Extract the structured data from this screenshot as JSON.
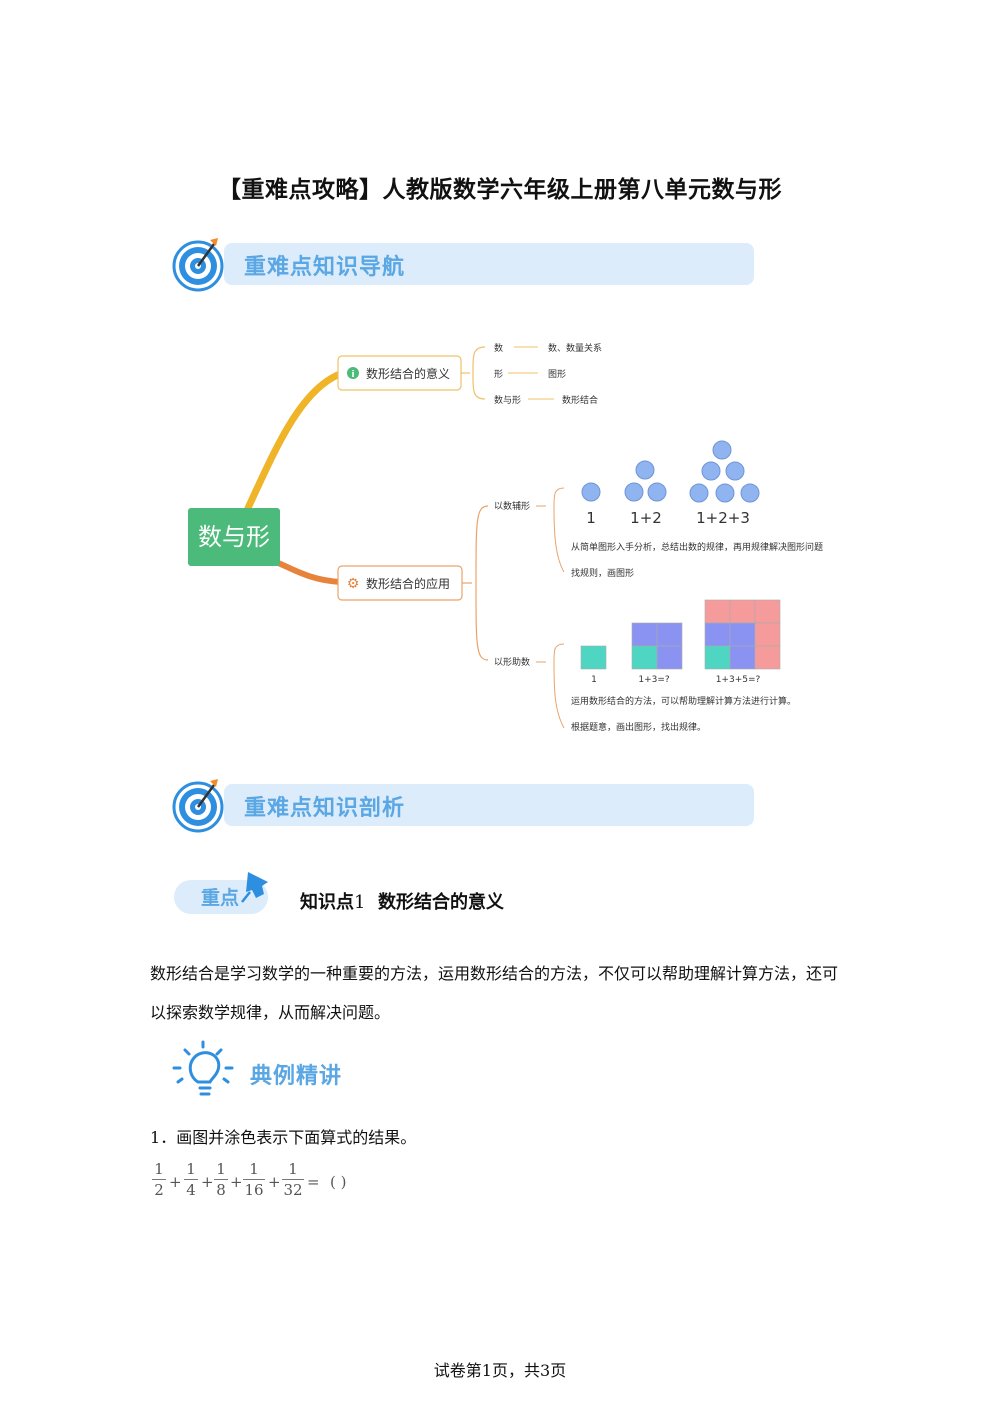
{
  "doc": {
    "title": "【重难点攻略】人教版数学六年级上册第八单元数与形",
    "footer": {
      "pre": "试卷第",
      "page": "1",
      "mid": "页，共",
      "total": "3",
      "post": "页"
    }
  },
  "banners": {
    "nav": "重难点知识导航",
    "analysis": "重难点知识剖析"
  },
  "mindmap": {
    "root": "数与形",
    "branch1": {
      "label": "数形结合的意义",
      "items": [
        {
          "left": "数",
          "right": "数、数量关系"
        },
        {
          "left": "形",
          "right": "图形"
        },
        {
          "left": "数与形",
          "right": "数形结合"
        }
      ]
    },
    "branch2": {
      "label": "数形结合的应用",
      "sub1": {
        "label": "以数辅形",
        "captions": [
          "1",
          "1+2",
          "1+2+3"
        ],
        "note1": "从简单图形入手分析，总结出数的规律，再用规律解决图形问题",
        "note2": "找规则，画图形"
      },
      "sub2": {
        "label": "以形助数",
        "captions": [
          "1",
          "1+3=?",
          "1+3+5=?"
        ],
        "note1": "运用数形结合的方法，可以帮助理解计算方法进行计算。",
        "note2": "根据题意，画出图形，找出规律。"
      }
    },
    "colors": {
      "root": "#4cba7a",
      "branch1_line": "#f0b429",
      "branch2_line": "#e7833a",
      "circle": "#8fb4ef",
      "teal": "#4fd6c2",
      "blue": "#8a93f2",
      "pink": "#f59b9b"
    }
  },
  "knowledge_point": {
    "badge": "重点",
    "label_pre": "知识点",
    "number": "1",
    "label_post": "数形结合的意义"
  },
  "paragraph": "数形结合是学习数学的一种重要的方法，运用数形结合的方法，不仅可以帮助理解计算方法，还可以探索数学规律，从而解决问题。",
  "example": {
    "label": "典例精讲",
    "question_number": "1",
    "question_text": "画图并涂色表示下面算式的结果。",
    "formula": {
      "fractions": [
        {
          "n": "1",
          "d": "2"
        },
        {
          "n": "1",
          "d": "4"
        },
        {
          "n": "1",
          "d": "8"
        },
        {
          "n": "1",
          "d": "16"
        },
        {
          "n": "1",
          "d": "32"
        }
      ],
      "plus": "+",
      "equals": "=",
      "answer": "( )"
    }
  }
}
